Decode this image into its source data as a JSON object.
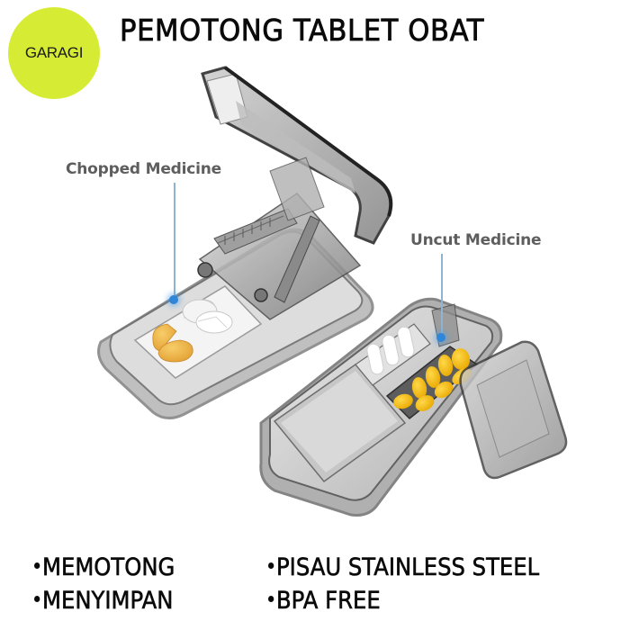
{
  "brand": {
    "logo_text": "GARAGI",
    "logo_color": "#d6ec34"
  },
  "header": {
    "title": "PEMOTONG TABLET OBAT"
  },
  "product_image": {
    "callouts": [
      {
        "label": "Chopped Medicine",
        "pointer_color": "#2f86d8"
      },
      {
        "label": "Uncut Medicine",
        "pointer_color": "#2f86d8"
      }
    ],
    "pill_colors": {
      "white_pill": "#f2f2f2",
      "yellow_pill": "#f6bf1a",
      "orange_half": "#f2b84b"
    }
  },
  "features": {
    "left": [
      "MEMOTONG",
      "MENYIMPAN"
    ],
    "right": [
      "PISAU STAINLESS STEEL",
      "BPA FREE"
    ]
  }
}
